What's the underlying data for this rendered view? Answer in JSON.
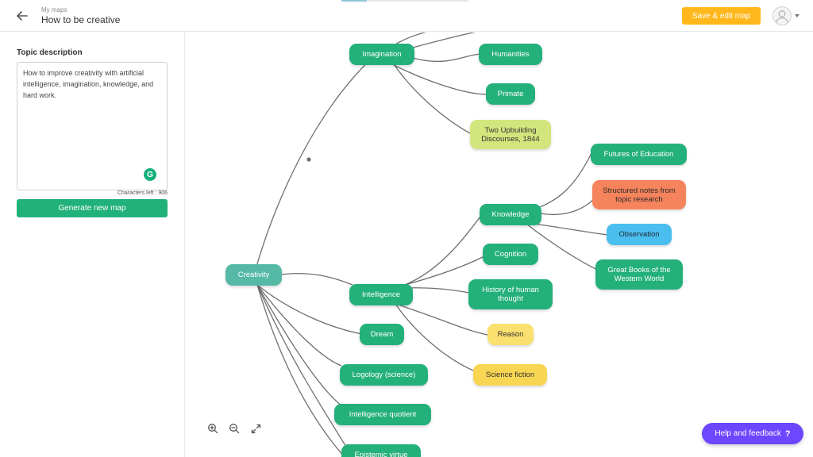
{
  "header": {
    "breadcrumb": "My maps",
    "title": "How to be creative",
    "save_label": "Save & edit map",
    "progress_fraction": 0.2
  },
  "sidebar": {
    "label": "Topic description",
    "description": "How to improve creativity with artificial intelligence, imagination, knowledge, and hard work.",
    "chars_left_label": "Characters left : ",
    "chars_left_value": "906",
    "generate_label": "Generate new map"
  },
  "map": {
    "nodes": {
      "creativity": "Creativity",
      "imagination": "Imagination",
      "humanities": "Humanities",
      "primate": "Primate",
      "two_upbuilding": "Two Upbuilding Discourses, 1844",
      "futures_education": "Futures of Education",
      "structured_notes": "Structured notes from topic research",
      "knowledge": "Knowledge",
      "observation": "Observation",
      "great_books": "Great Books of the Western World",
      "cognition": "Cognition",
      "intelligence": "Intelligence",
      "history_thought": "History of human thought",
      "dream": "Dream",
      "reason": "Reason",
      "logology": "Logology (science)",
      "science_fiction": "Science fiction",
      "intelligence_quotient": "Intelligence quotient",
      "epistemic_virtue": "Epistemic virtue"
    },
    "colors": {
      "green": "#24b07a",
      "teal": "#56b9a6",
      "lime": "#d3e67d",
      "orange": "#f5835c",
      "blue": "#4bbef0",
      "yellow": "#fae06e",
      "edge": "#6f6f6f"
    }
  },
  "controls": {
    "zoom_in_icon": "zoom-in-icon",
    "zoom_out_icon": "zoom-out-icon",
    "fit_icon": "expand-icon"
  },
  "help": {
    "label": "Help and feedback",
    "icon_glyph": "?"
  },
  "accent": {
    "save": "#ffb71b",
    "primary": "#21b17a",
    "help": "#6c47ff"
  }
}
